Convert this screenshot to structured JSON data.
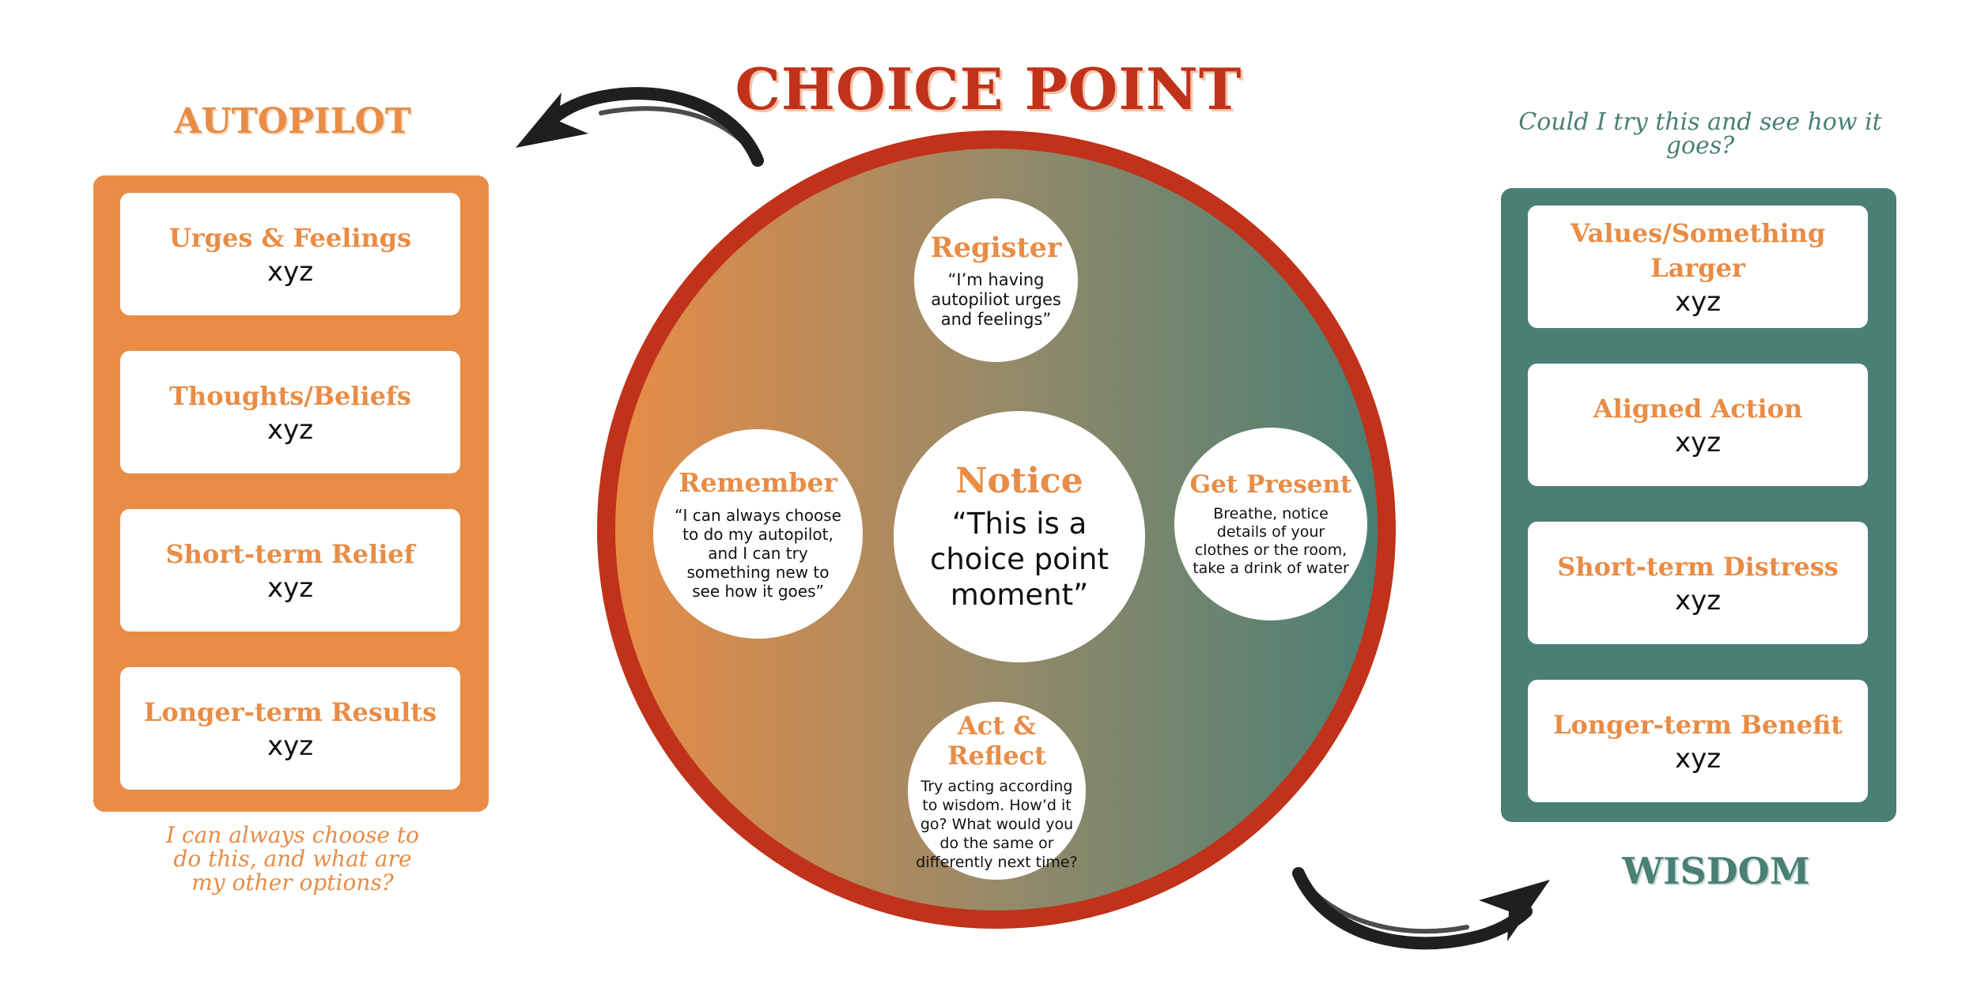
{
  "title": "CHOICE POINT",
  "autopilot": {
    "heading": "AUTOPILOT",
    "note": "I can always choose to do this, and what are my other options?",
    "cards": [
      {
        "title": "Urges & Feelings",
        "value": "xyz"
      },
      {
        "title": "Thoughts/Beliefs",
        "value": "xyz"
      },
      {
        "title": "Short-term Relief",
        "value": "xyz"
      },
      {
        "title": "Longer-term Results",
        "value": "xyz"
      }
    ]
  },
  "wisdom": {
    "heading": "WISDOM",
    "note": "Could I try this and see how it goes?",
    "cards": [
      {
        "title": "Values/Something Larger",
        "value": "xyz"
      },
      {
        "title": "Aligned Action",
        "value": "xyz"
      },
      {
        "title": "Short-term Distress",
        "value": "xyz"
      },
      {
        "title": "Longer-term Benefit",
        "value": "xyz"
      }
    ]
  },
  "wheel": {
    "notice": {
      "title": "Notice",
      "text": "“This is a choice point moment”"
    },
    "register": {
      "title": "Register",
      "text": "“I’m having autopiliot urges and feelings”"
    },
    "remember": {
      "title": "Remember",
      "text": "“I can always choose to do my autopilot, and I can try something new to see how it goes”"
    },
    "present": {
      "title": "Get Present",
      "text": "Breathe, notice details of your clothes or the room, take a drink of water"
    },
    "act": {
      "title": "Act & Reflect",
      "text": "Try acting according to wisdom. How’d it go? What would you do the same or differently next time?"
    }
  },
  "colors": {
    "accent_red": "#c0321a",
    "autopilot_orange": "#e88c46",
    "wisdom_teal": "#4a7f74",
    "arrow": "#1f1f1f"
  },
  "icons": [
    "curved-arrow-left-icon",
    "curved-arrow-right-icon"
  ]
}
